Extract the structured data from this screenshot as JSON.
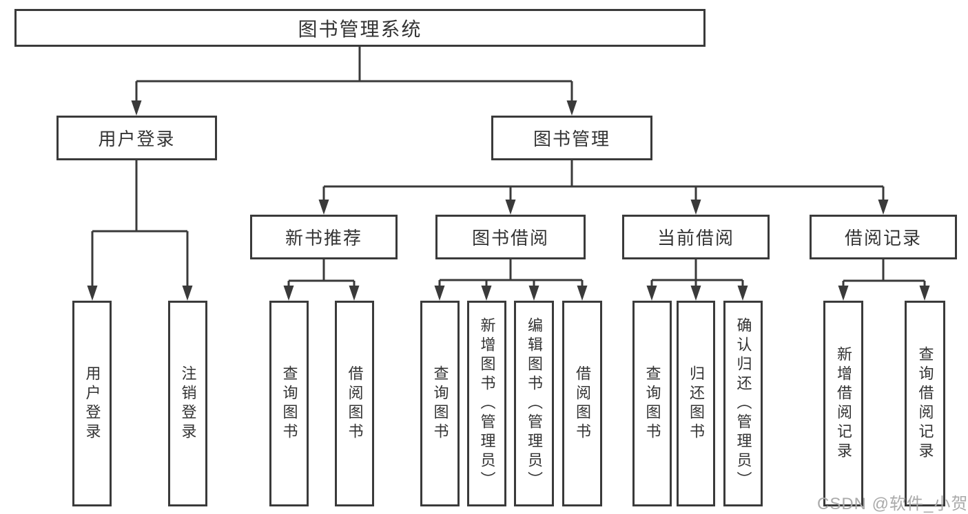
{
  "diagram_type": "hierarchy-tree",
  "tree": {
    "label": "图书管理系统",
    "children": [
      {
        "label": "用户登录",
        "children": [
          {
            "label": "用户登录"
          },
          {
            "label": "注销登录"
          }
        ]
      },
      {
        "label": "图书管理",
        "children": [
          {
            "label": "新书推荐",
            "children": [
              {
                "label": "查询图书"
              },
              {
                "label": "借阅图书"
              }
            ]
          },
          {
            "label": "图书借阅",
            "children": [
              {
                "label": "查询图书"
              },
              {
                "label": "新增图书（管理员）"
              },
              {
                "label": "编辑图书（管理员）"
              },
              {
                "label": "借阅图书"
              }
            ]
          },
          {
            "label": "当前借阅",
            "children": [
              {
                "label": "查询图书"
              },
              {
                "label": "归还图书"
              },
              {
                "label": "确认归还（管理员）"
              }
            ]
          },
          {
            "label": "借阅记录",
            "children": [
              {
                "label": "新增借阅记录"
              },
              {
                "label": "查询借阅记录"
              }
            ]
          }
        ]
      }
    ]
  },
  "watermark": {
    "text": "CSDN @软件_小贺同学"
  },
  "colors": {
    "line": "#3a3a3a",
    "box_border": "#3a3a3a",
    "text": "#333333",
    "watermark": "#aaaaaa",
    "background": "#ffffff"
  }
}
